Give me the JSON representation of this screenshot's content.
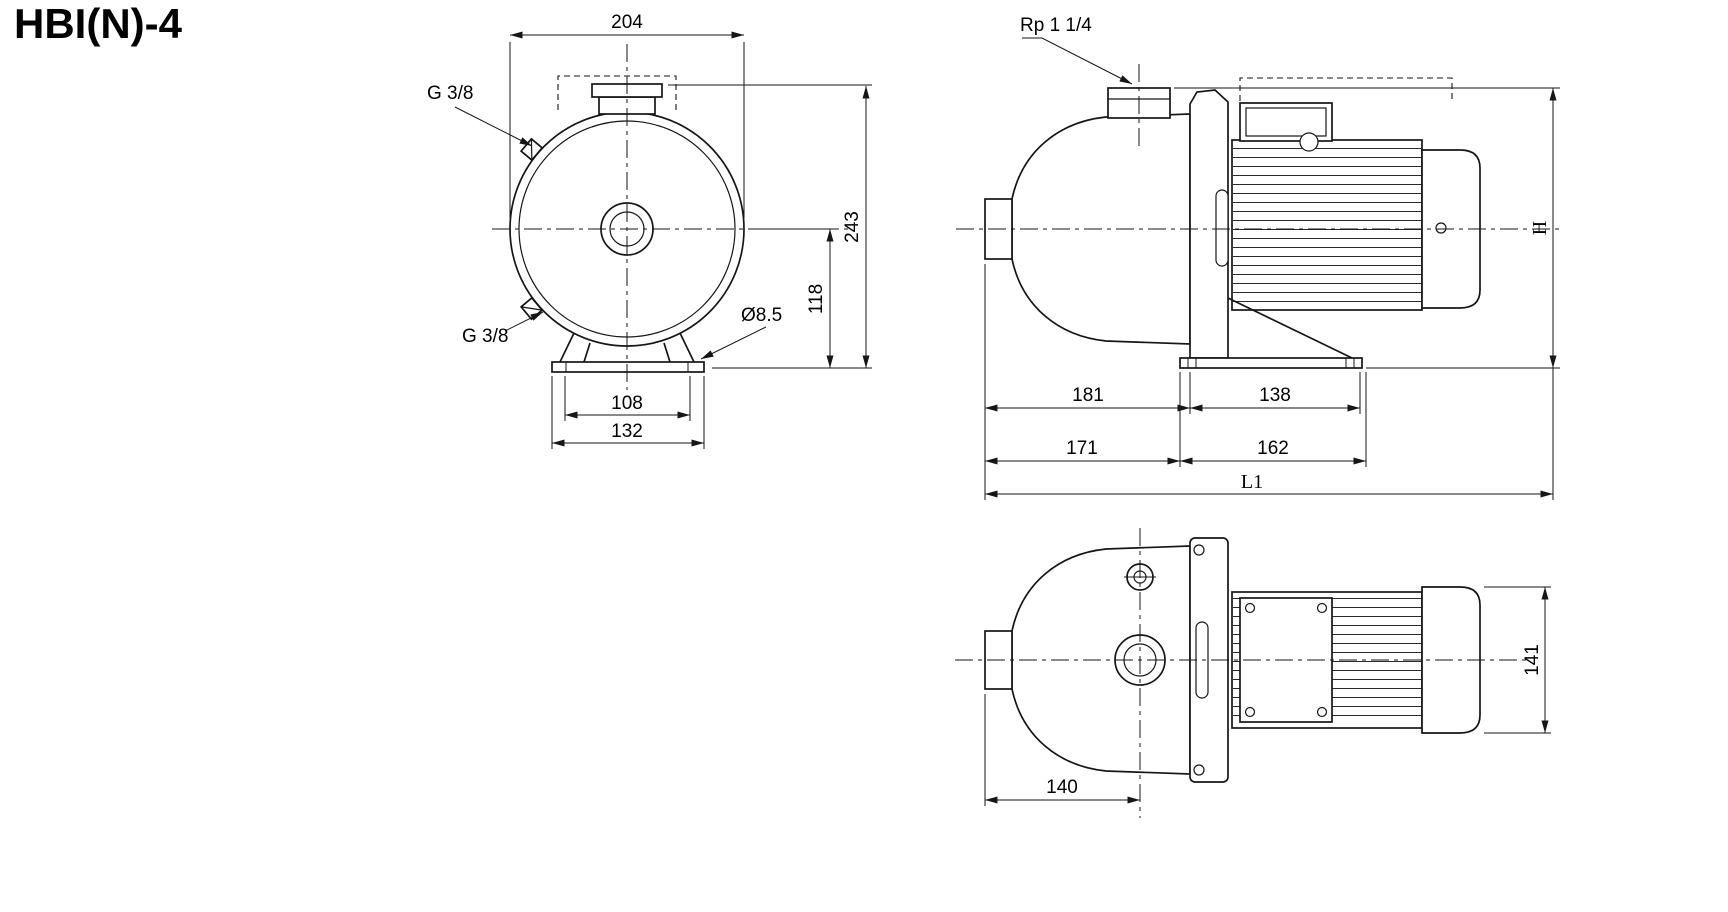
{
  "title": "HBI(N)-4",
  "front_view": {
    "dim_overall_width": "204",
    "port_label_upper": "G 3/8",
    "port_label_lower": "G 3/8",
    "dim_overall_height": "243",
    "dim_center_height": "118",
    "dim_hole_diameter": "Ø8.5",
    "dim_base_holes": "108",
    "dim_base_width": "132"
  },
  "side_view": {
    "port_label_top": "Rp 1 1/4",
    "dim_height": "H",
    "dim_front_to_flange": "181",
    "dim_foot_length": "138",
    "dim_front_to_foot": "171",
    "dim_foot_span": "162",
    "dim_overall_length": "L1"
  },
  "top_view": {
    "dim_motor_width": "141",
    "dim_front_to_axis": "140"
  }
}
